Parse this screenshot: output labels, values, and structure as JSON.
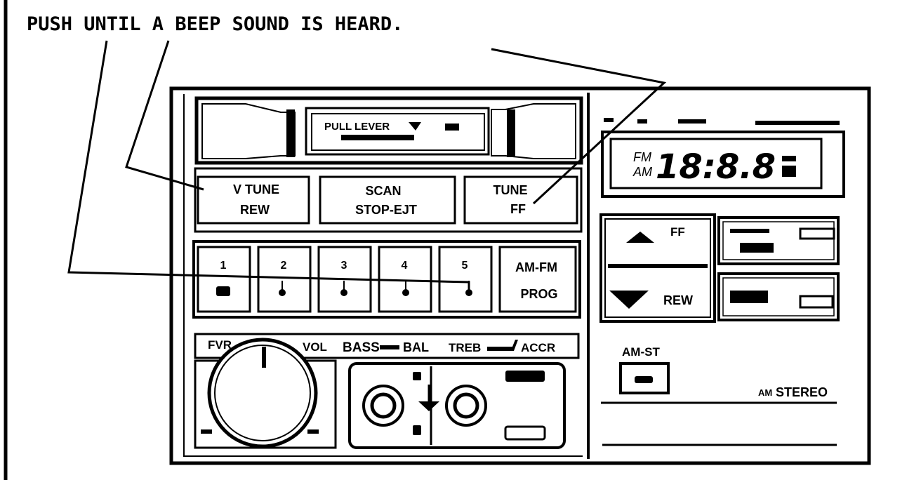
{
  "caption": "PUSH UNTIL A BEEP SOUND IS HEARD.",
  "cassette": {
    "pull_lever": "PULL LEVER"
  },
  "buttons": {
    "vtune": "V TUNE",
    "rew": "REW",
    "scan": "SCAN",
    "stop_ejt": "STOP-EJT",
    "tune": "TUNE",
    "ff": "FF"
  },
  "presets": [
    "1",
    "2",
    "3",
    "4",
    "5"
  ],
  "amfm": {
    "top": "AM-FM",
    "bottom": "PROG"
  },
  "controls": {
    "fvr": "FVR",
    "vol": "VOL",
    "bass": "BASS",
    "bal": "BAL",
    "treb": "TREB",
    "accr": "ACCR"
  },
  "display": {
    "band_fm": "FM",
    "band_am": "AM",
    "freq": "18:8.8"
  },
  "seek": {
    "ff": "FF",
    "rew": "REW"
  },
  "amst": {
    "button": "AM-ST",
    "stereo_am": "AM",
    "stereo_word": "STEREO"
  }
}
